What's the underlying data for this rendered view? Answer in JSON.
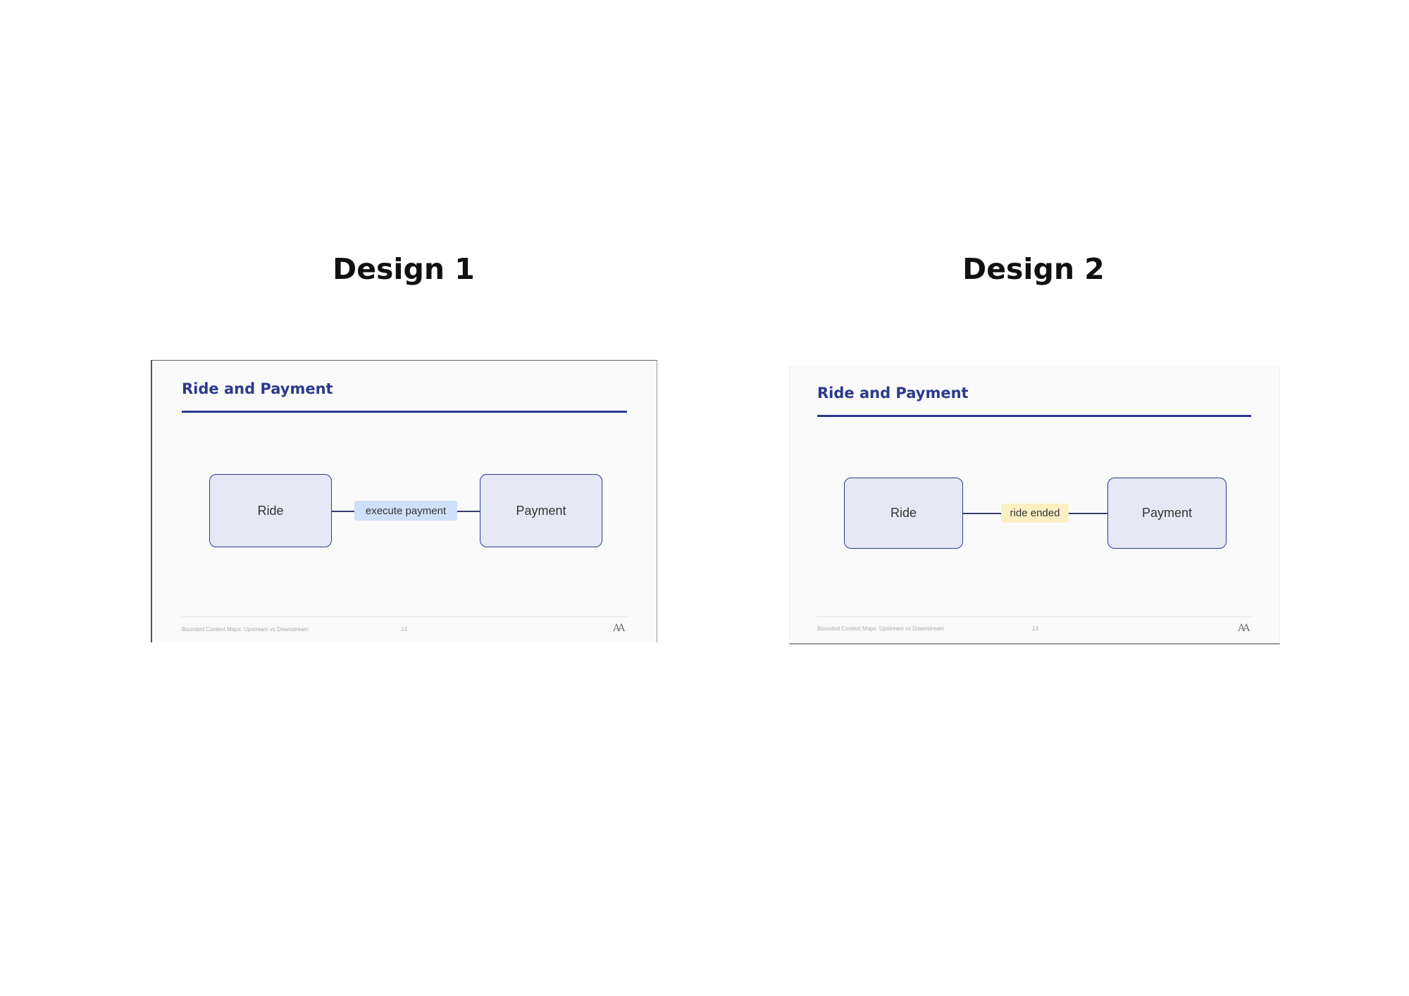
{
  "designs": [
    {
      "heading": "Design 1",
      "slide": {
        "title": "Ride and Payment",
        "left_box": "Ride",
        "right_box": "Payment",
        "connector_label": "execute payment",
        "connector_color": "#cfe0fb",
        "footer_text": "Bounded Context Maps: Upstream vs Downstream",
        "page_number": "14",
        "logo": "AA"
      }
    },
    {
      "heading": "Design 2",
      "slide": {
        "title": "Ride and Payment",
        "left_box": "Ride",
        "right_box": "Payment",
        "connector_label": "ride ended",
        "connector_color": "#fcefc4",
        "footer_text": "Bounded Context Maps: Upstream vs Downstream",
        "page_number": "13",
        "logo": "AA"
      }
    }
  ],
  "colors": {
    "accent": "#2b3a8c",
    "box_fill": "#e6e8f5",
    "slide_bg": "#fafafa"
  }
}
